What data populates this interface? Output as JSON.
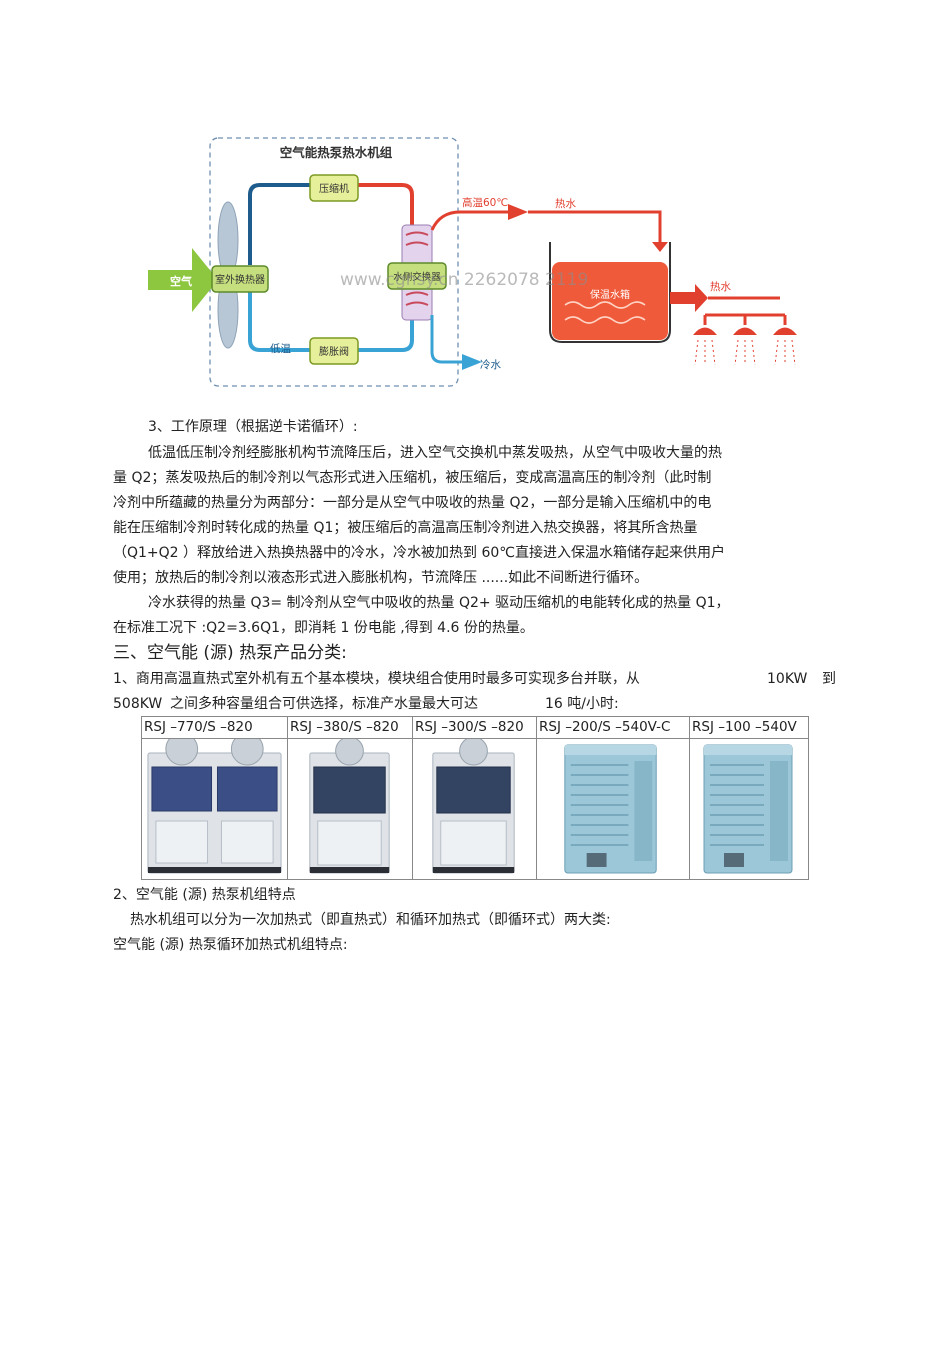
{
  "diagram": {
    "title": "空气能热泵热水机组",
    "labels": {
      "air": "空气",
      "outdoor_hx": "室外换热器",
      "compressor": "压缩机",
      "water_hx": "水侧交换器",
      "expansion_valve": "膨胀阀",
      "low_temp": "低温",
      "high_temp": "高温60℃",
      "hot_water_1": "热水",
      "tank": "保温水箱",
      "hot_water_2": "热水",
      "cold_water": "冷水"
    },
    "watermark": "www.cgnsy.cn 2262078 2119",
    "colors": {
      "hot": "#e2402f",
      "cold": "#3aa3d6",
      "dark_blue": "#1d5c8c",
      "tank": "#ef5b3a",
      "green": "#8dc63f"
    }
  },
  "section3_item": "3、工作原理（根据逆卡诺循环）:",
  "paragraph1": [
    "低温低压制冷剂经膨胀机构节流降压后，进入空气交换机中蒸发吸热，从空气中吸收大量的热",
    "量   Q2；蒸发吸热后的制冷剂以气态形式进入压缩机，被压缩后，变成高温高压的制冷剂（此时制",
    "冷剂中所蕴藏的热量分为两部分：一部分是从空气中吸收的热量               Q2，一部分是输入压缩机中的电",
    "能在压缩制冷剂时转化成的热量          Q1；被压缩后的高温高压制冷剂进入热交换器，将其所含热量",
    "（Q1+Q2 ）释放给进入热换热器中的冷水，冷水被加热到            60℃直接进入保温水箱储存起来供用户",
    "使用；放热后的制冷剂以液态形式进入膨胀机构，节流降压            ......如此不间断进行循环。"
  ],
  "paragraph2": [
    "冷水获得的热量      Q3= 制冷剂从空气中吸收的热量          Q2+ 驱动压缩机的电能转化成的热量          Q1，",
    "在标准工况下   :Q2=3.6Q1，即消耗   1 份电能 ,得到   4.6 份的热量。"
  ],
  "section_heading": "三、空气能 (源) 热泵产品分类:",
  "item1": {
    "line1_text": "1、商用高温直热式室外机有五个基本模块，模块组合使用时最多可实现多台并联，从",
    "line1_value": "10KW",
    "line1_to": "到",
    "line2_value": "508KW",
    "line2_text": "之间多种容量组合可供选择，标准产水量最大可达",
    "line2_amount": "16 吨/小时:"
  },
  "products": [
    {
      "model": "RSJ –770/S –820",
      "style": "double"
    },
    {
      "model": "RSJ –380/S –820",
      "style": "single-dark"
    },
    {
      "model": "RSJ –300/S –820",
      "style": "single-dark"
    },
    {
      "model": "RSJ –200/S –540V-C",
      "style": "tower-blue"
    },
    {
      "model": "RSJ –100 –540V",
      "style": "tower-blue"
    }
  ],
  "item2": "2、空气能 (源) 热泵机组特点",
  "item2_para": "热水机组可以分为一次加热式（即直热式）和循环加热式（即循环式）两大类:",
  "item2_sub": "空气能 (源) 热泵循环加热式机组特点:"
}
